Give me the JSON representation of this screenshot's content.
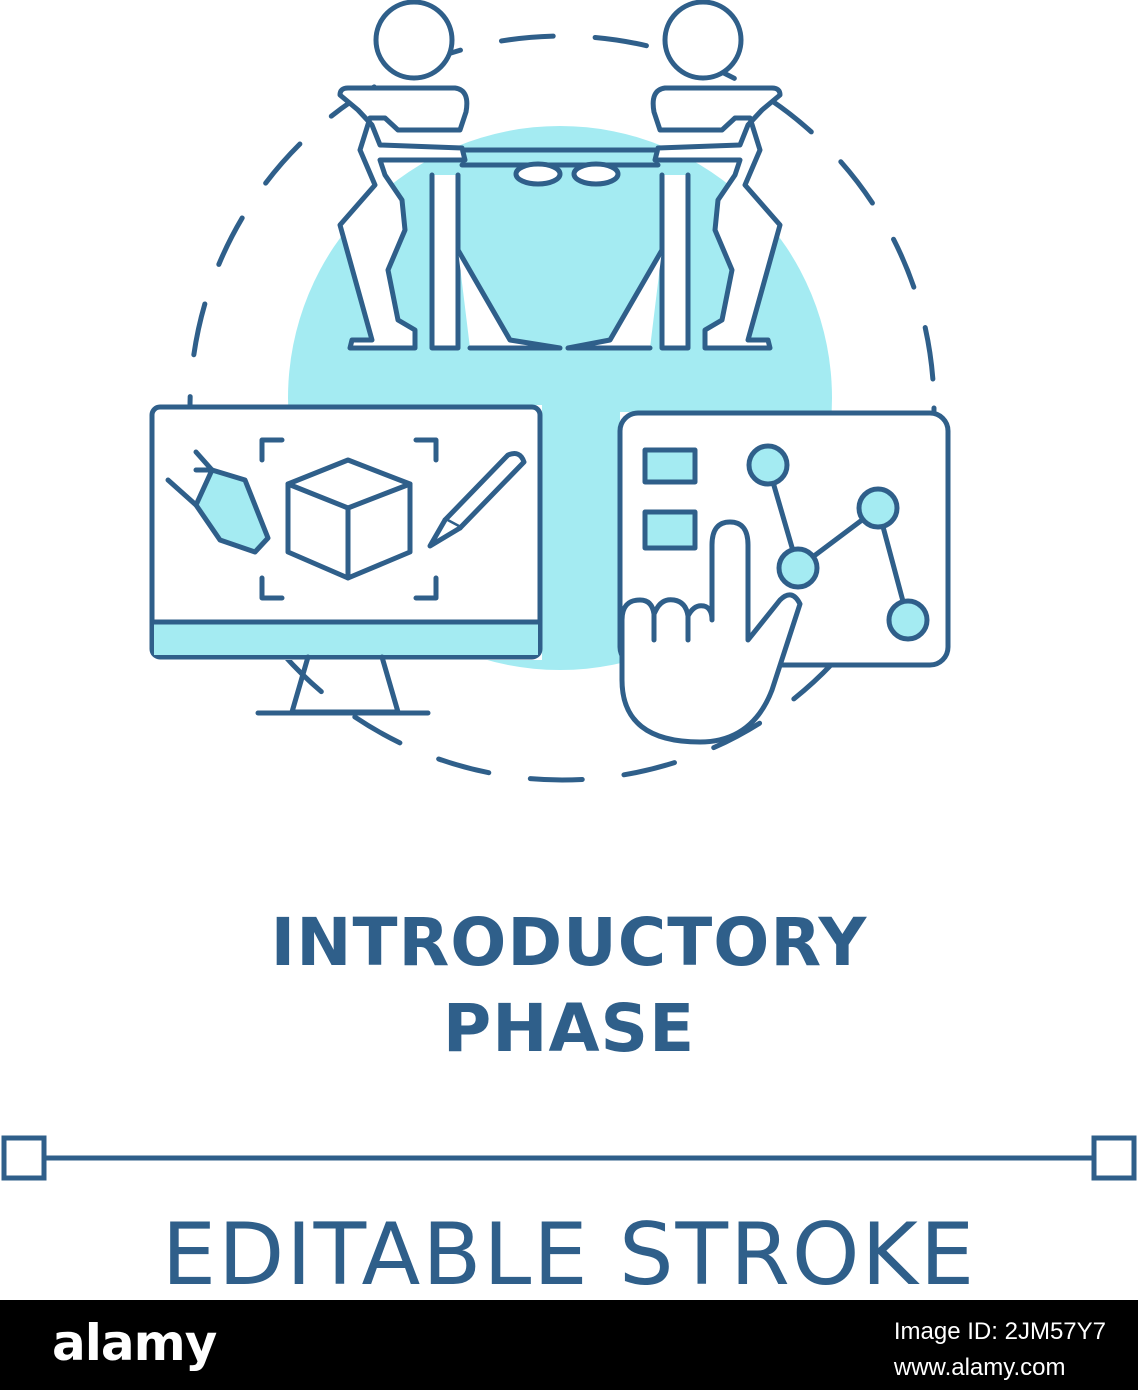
{
  "title": {
    "line1": "INTRODUCTORY",
    "line2": "PHASE"
  },
  "caption": "EDITABLE STROKE",
  "footer": {
    "logo": "alamy",
    "image_id_label": "Image ID: 2JM57Y7",
    "site": "www.alamy.com"
  },
  "colors": {
    "stroke": "#2f5f8a",
    "accent_fill": "#a4ebf2",
    "background": "#ffffff",
    "footer_bg": "#000000"
  },
  "icons": [
    "people-pulling-icon",
    "computer-monitor-icon",
    "cube-icon",
    "pencil-icon",
    "hand-touch-icon",
    "graph-nodes-icon"
  ]
}
